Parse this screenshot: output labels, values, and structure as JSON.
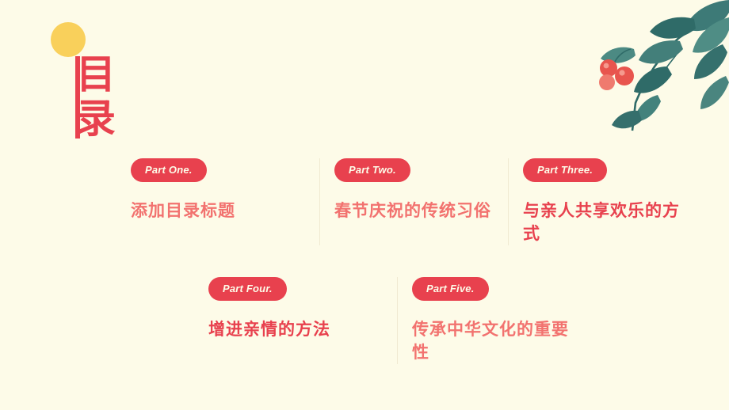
{
  "slide": {
    "background_color": "#fdfbe8",
    "accent_color": "#e8414e",
    "title_color": "#e8414e",
    "body_text_color": "#f2726f",
    "dot_color": "#f9d05b",
    "title": "目\n录"
  },
  "decoration": {
    "yellow_dot_name": "yellow-circle",
    "botanical_name": "leaf-branch-illustration",
    "leaf_color": "#3d7a77",
    "berry_color": "#e8554e"
  },
  "sections": {
    "row_one": [
      {
        "label": "Part One.",
        "title": "添加目录标题",
        "emphasis": "light"
      },
      {
        "label": "Part Two.",
        "title": "春节庆祝的传统习俗",
        "emphasis": "light"
      },
      {
        "label": "Part Three.",
        "title": "与亲人共享欢乐的方式",
        "emphasis": "deep"
      }
    ],
    "row_two": [
      {
        "label": "Part Four.",
        "title": "增进亲情的方法",
        "emphasis": "deep"
      },
      {
        "label": "Part Five.",
        "title": "传承中华文化的重要性",
        "emphasis": "light"
      }
    ]
  }
}
